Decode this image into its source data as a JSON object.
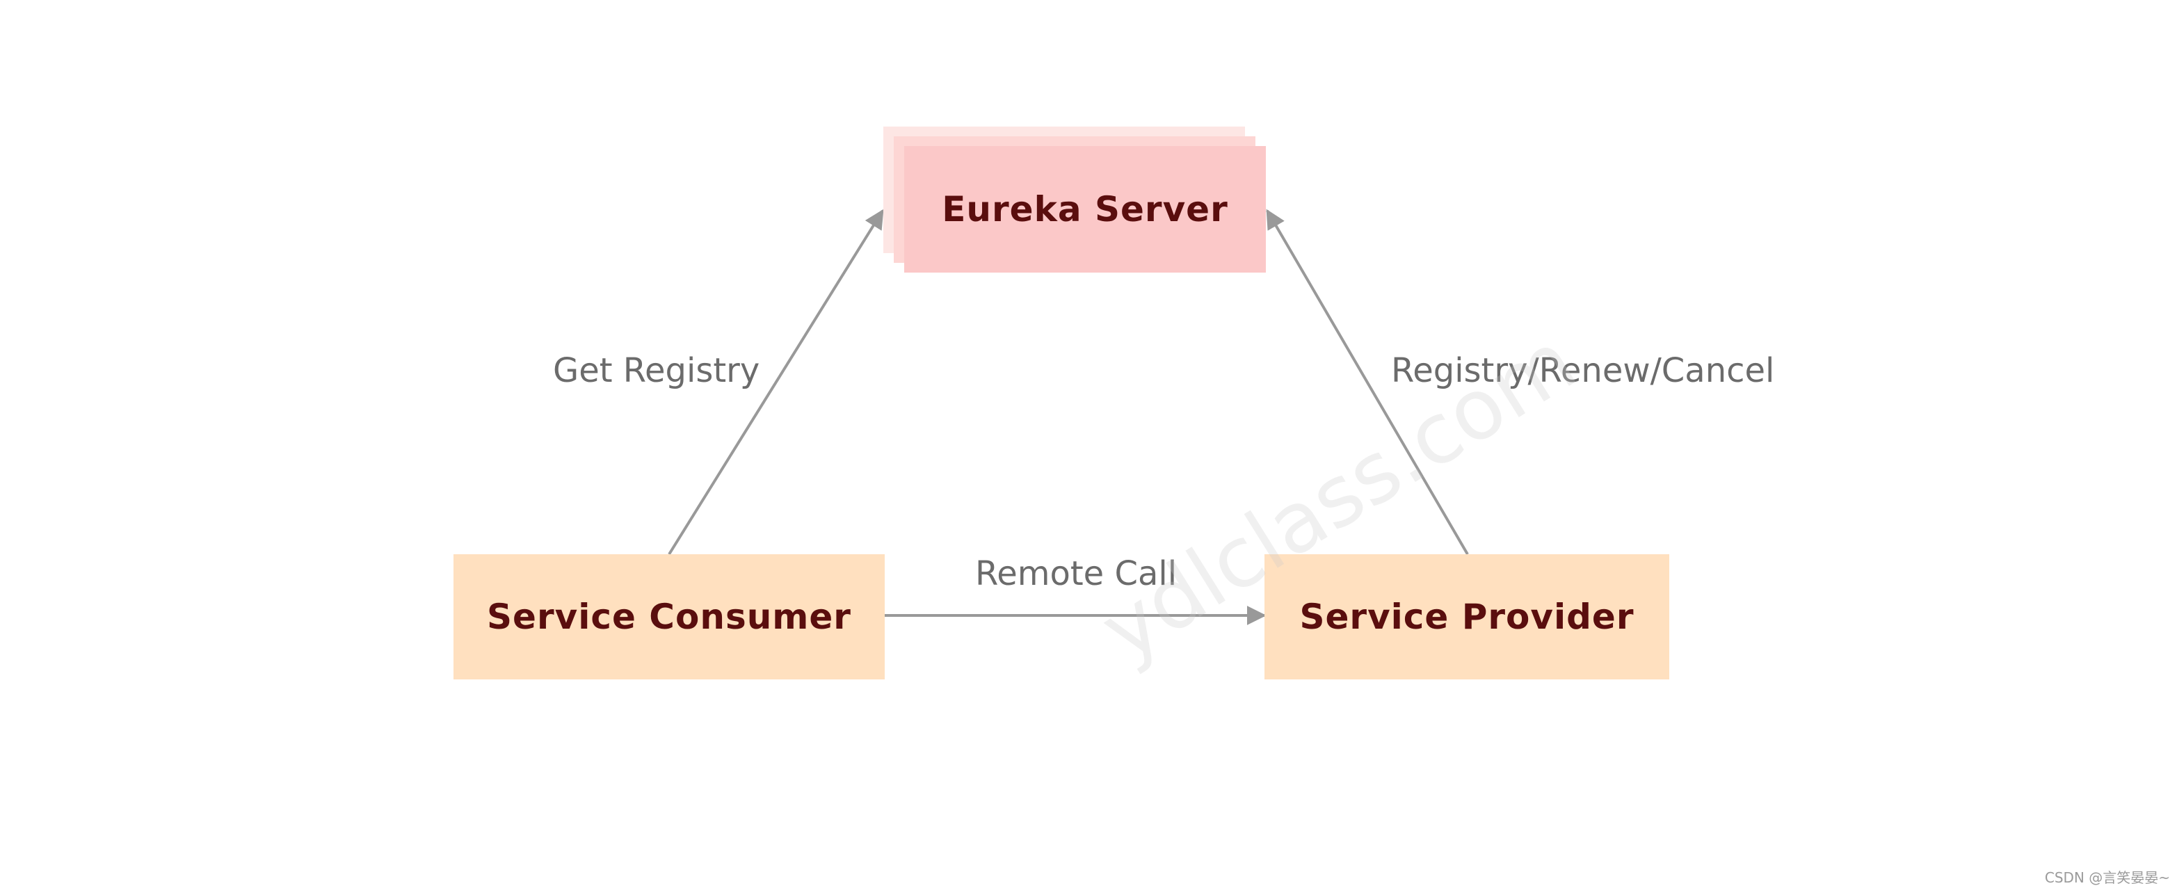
{
  "nodes": {
    "server": {
      "label": "Eureka Server",
      "fill": "#fbc8c8",
      "back_fills": [
        "#fde6e4",
        "#fdd6d4"
      ]
    },
    "consumer": {
      "label": "Service Consumer",
      "fill": "#ffe0bf"
    },
    "provider": {
      "label": "Service Provider",
      "fill": "#ffe0bf"
    }
  },
  "edges": {
    "get_registry": {
      "label": "Get Registry",
      "from": "consumer",
      "to": "server"
    },
    "registry_renew_cancel": {
      "label": "Registry/Renew/Cancel",
      "from": "provider",
      "to": "server"
    },
    "remote_call": {
      "label": "Remote Call",
      "from": "consumer",
      "to": "provider"
    }
  },
  "colors": {
    "node_text": "#5a0e0e",
    "edge": "#999999",
    "edge_label": "#6b6b6b"
  },
  "watermark": "ydlclass.com",
  "credit": "CSDN @言笑晏晏~"
}
